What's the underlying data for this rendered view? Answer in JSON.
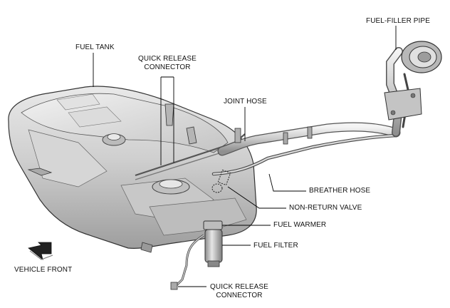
{
  "diagram": {
    "labels": {
      "fuel_tank": "FUEL TANK",
      "quick_release_connector_top_line1": "QUICK RELEASE",
      "quick_release_connector_top_line2": "CONNECTOR",
      "joint_hose": "JOINT HOSE",
      "fuel_filler_pipe": "FUEL-FILLER PIPE",
      "breather_hose": "BREATHER HOSE",
      "non_return_valve": "NON-RETURN VALVE",
      "fuel_warmer": "FUEL WARMER",
      "fuel_filter": "FUEL FILTER",
      "vehicle_front": "VEHICLE FRONT",
      "quick_release_connector_bottom_line1": "QUICK RELEASE",
      "quick_release_connector_bottom_line2": "CONNECTOR"
    },
    "icons": {
      "vehicle_front_arrow": "arrow-icon"
    }
  }
}
